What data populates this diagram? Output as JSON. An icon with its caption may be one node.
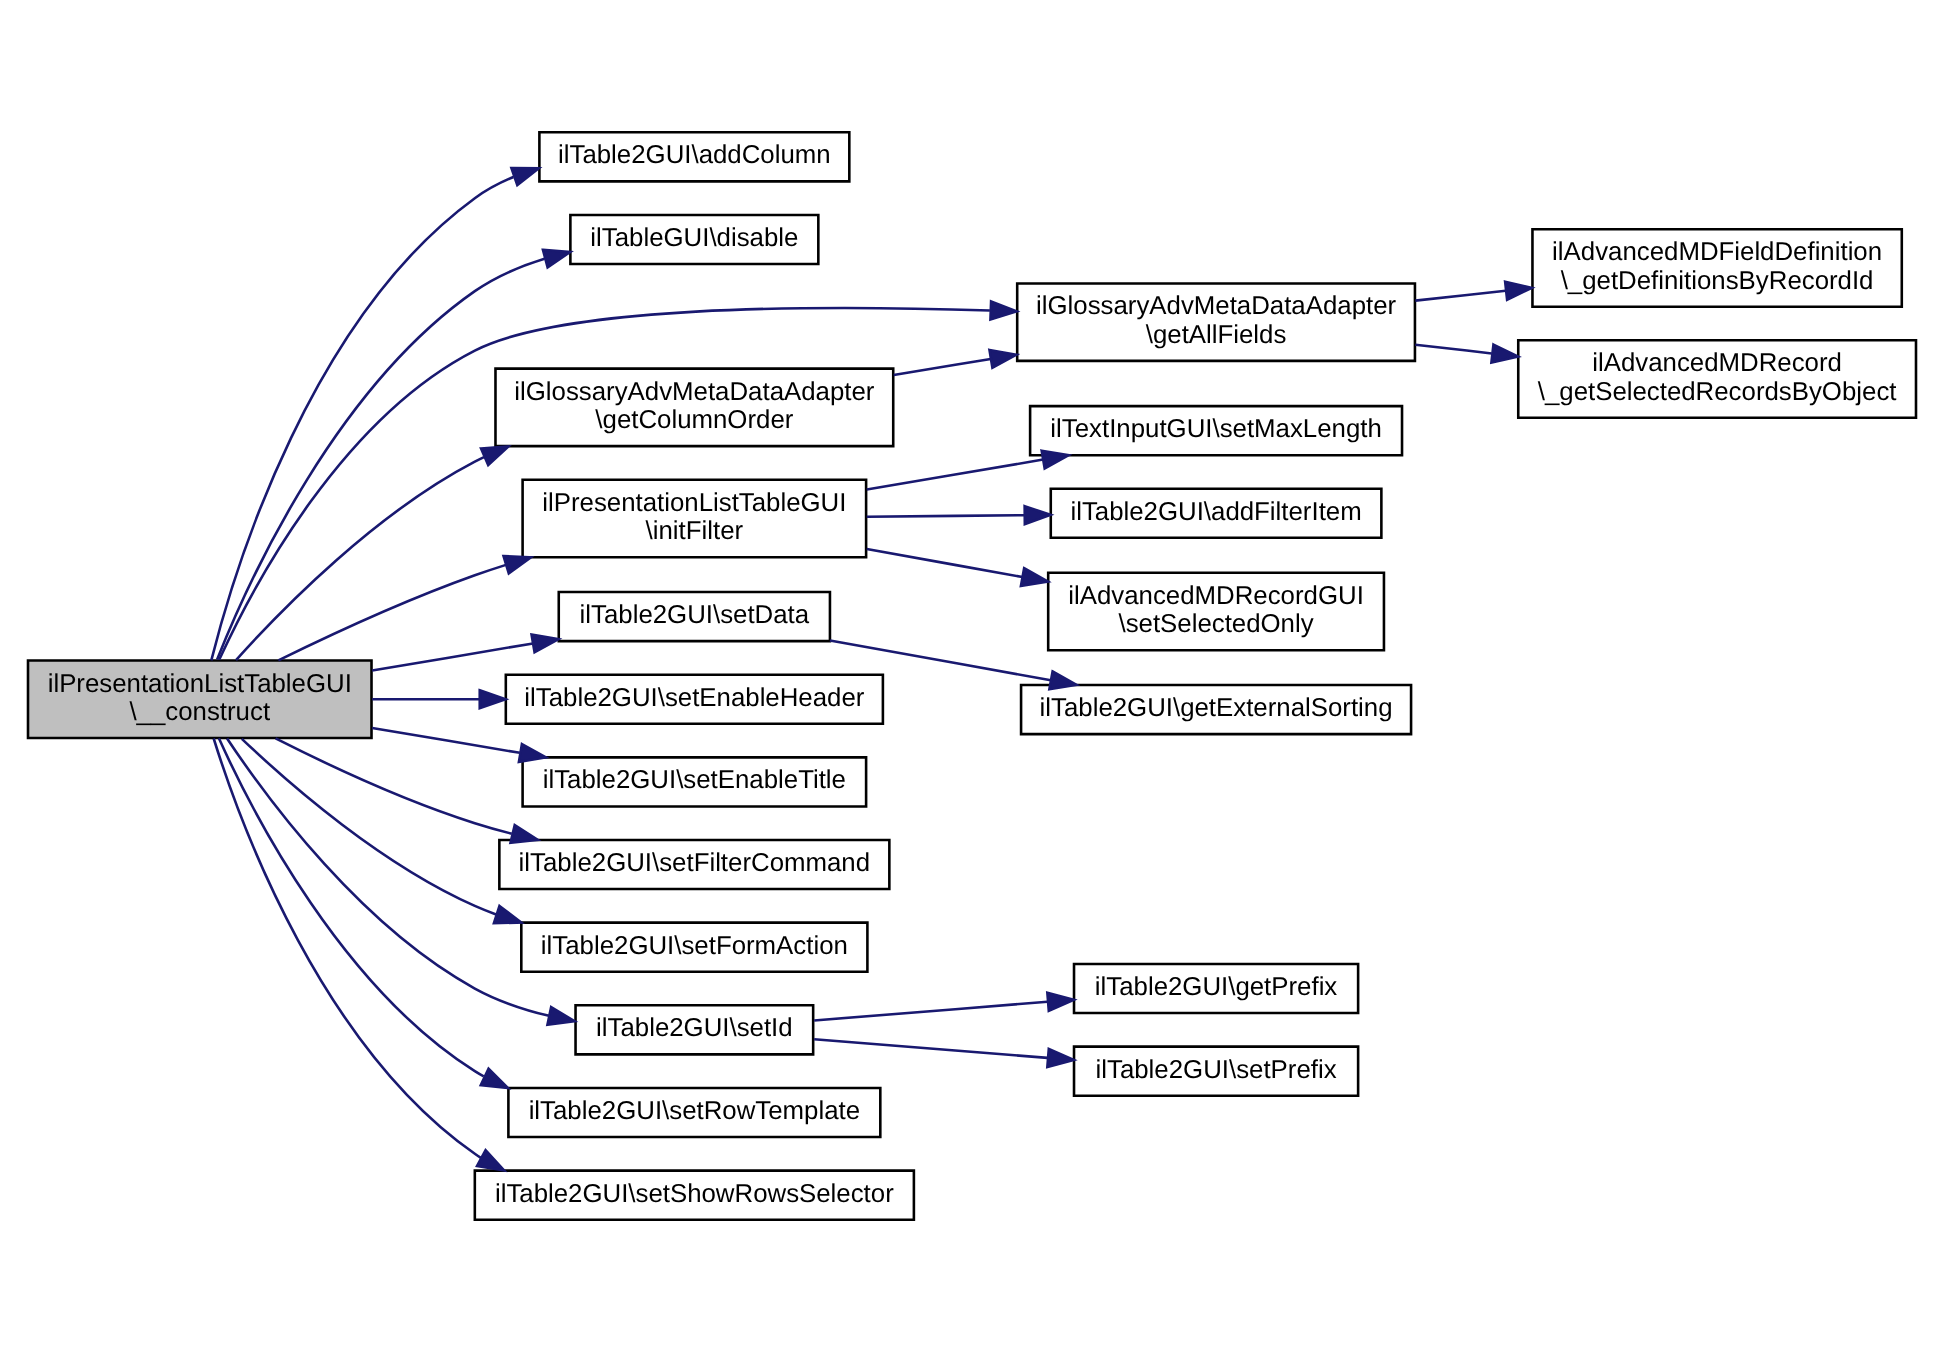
{
  "diagram": {
    "nodes": [
      {
        "text": [
          "ilPresentationListTableGUI \\__construct"
        ]
      },
      {
        "text": [
          "ilTable2GUI\\addColumn"
        ]
      },
      {
        "text": [
          "ilTableGUI\\disable"
        ]
      },
      {
        "text": [
          "ilGlossaryAdvMetaDataAdapter \\getColumnOrder"
        ]
      },
      {
        "text": [
          "ilPresentationListTableGUI \\initFilter"
        ]
      },
      {
        "text": [
          "ilTable2GUI\\setData"
        ]
      },
      {
        "text": [
          "ilTable2GUI\\setEnableHeader"
        ]
      },
      {
        "text": [
          "ilTable2GUI\\setEnableTitle"
        ]
      },
      {
        "text": [
          "ilTable2GUI\\setFilterCommand"
        ]
      },
      {
        "text": [
          "ilTable2GUI\\setFormAction"
        ]
      },
      {
        "text": [
          "ilTable2GUI\\setId"
        ]
      },
      {
        "text": [
          "ilTable2GUI\\setRowTemplate"
        ]
      },
      {
        "text": [
          "ilTable2GUI\\setShowRowsSelector"
        ]
      },
      {
        "text": [
          "ilGlossaryAdvMetaDataAdapter \\getAllFields"
        ]
      },
      {
        "text": [
          "ilTextInputGUI\\setMaxLength"
        ]
      },
      {
        "text": [
          "ilTable2GUI\\addFilterItem"
        ]
      },
      {
        "text": [
          "ilAdvancedMDRecordGUI \\setSelectedOnly"
        ]
      },
      {
        "text": [
          "ilTable2GUI\\getExternalSorting"
        ]
      },
      {
        "text": [
          "ilTable2GUI\\getPrefix"
        ]
      },
      {
        "text": [
          "ilTable2GUI\\setPrefix"
        ]
      },
      {
        "text": [
          "ilAdvancedMDFieldDefinition \\_getDefinitionsByRecordId"
        ]
      },
      {
        "text": [
          "ilAdvancedMDRecord \\_getSelectedRecordsByObject"
        ]
      }
    ],
    "edges": [
      {
        "from": 0,
        "to": 1,
        "arrow": "to"
      },
      {
        "from": 0,
        "to": 2,
        "arrow": "to"
      },
      {
        "from": 0,
        "to": 13,
        "arrow": "to"
      },
      {
        "from": 13,
        "to": 20,
        "arrow": "to"
      },
      {
        "from": 13,
        "to": 21,
        "arrow": "to"
      },
      {
        "from": 0,
        "to": 3,
        "arrow": "to"
      },
      {
        "from": 3,
        "to": 13,
        "arrow": "to"
      },
      {
        "from": 0,
        "to": 4,
        "arrow": "to"
      },
      {
        "from": 4,
        "to": 14,
        "arrow": "to"
      },
      {
        "from": 4,
        "to": 15,
        "arrow": "to"
      },
      {
        "from": 4,
        "to": 16,
        "arrow": "to"
      },
      {
        "from": 0,
        "to": 5,
        "arrow": "to"
      },
      {
        "from": 5,
        "to": 17,
        "arrow": "to"
      },
      {
        "from": 0,
        "to": 6,
        "arrow": "to"
      },
      {
        "from": 0,
        "to": 7,
        "arrow": "to"
      },
      {
        "from": 0,
        "to": 8,
        "arrow": "to"
      },
      {
        "from": 0,
        "to": 9,
        "arrow": "to"
      },
      {
        "from": 0,
        "to": 10,
        "arrow": "to"
      },
      {
        "from": 10,
        "to": 18,
        "arrow": "to"
      },
      {
        "from": 10,
        "to": 19,
        "arrow": "to"
      },
      {
        "from": 0,
        "to": 11,
        "arrow": "to"
      },
      {
        "from": 0,
        "to": 12,
        "arrow": "to"
      }
    ]
  }
}
